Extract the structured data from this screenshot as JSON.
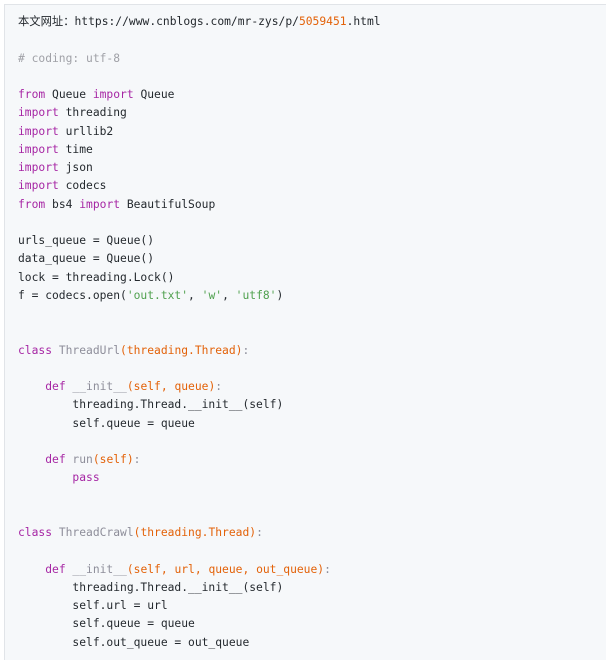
{
  "lines": [
    {
      "tokens": [
        {
          "t": "本文网址：",
          "c": "cjk"
        },
        {
          "t": "https://www.cnblogs.com/mr-zys/p/",
          "c": "pl"
        },
        {
          "t": "5059451",
          "c": "num"
        },
        {
          "t": ".html",
          "c": "pl"
        }
      ]
    },
    {
      "tokens": []
    },
    {
      "tokens": [
        {
          "t": "# coding: utf-8",
          "c": "com"
        }
      ]
    },
    {
      "tokens": []
    },
    {
      "tokens": [
        {
          "t": "from",
          "c": "kw"
        },
        {
          "t": " Queue ",
          "c": "pl"
        },
        {
          "t": "import",
          "c": "kw"
        },
        {
          "t": " Queue",
          "c": "pl"
        }
      ]
    },
    {
      "tokens": [
        {
          "t": "import",
          "c": "kw"
        },
        {
          "t": " threading",
          "c": "pl"
        }
      ]
    },
    {
      "tokens": [
        {
          "t": "import",
          "c": "kw"
        },
        {
          "t": " urllib2",
          "c": "pl"
        }
      ]
    },
    {
      "tokens": [
        {
          "t": "import",
          "c": "kw"
        },
        {
          "t": " time",
          "c": "pl"
        }
      ]
    },
    {
      "tokens": [
        {
          "t": "import",
          "c": "kw"
        },
        {
          "t": " json",
          "c": "pl"
        }
      ]
    },
    {
      "tokens": [
        {
          "t": "import",
          "c": "kw"
        },
        {
          "t": " codecs",
          "c": "pl"
        }
      ]
    },
    {
      "tokens": [
        {
          "t": "from",
          "c": "kw"
        },
        {
          "t": " bs4 ",
          "c": "pl"
        },
        {
          "t": "import",
          "c": "kw"
        },
        {
          "t": " BeautifulSoup",
          "c": "pl"
        }
      ]
    },
    {
      "tokens": []
    },
    {
      "tokens": [
        {
          "t": "urls_queue = Queue()",
          "c": "pl"
        }
      ]
    },
    {
      "tokens": [
        {
          "t": "data_queue = Queue()",
          "c": "pl"
        }
      ]
    },
    {
      "tokens": [
        {
          "t": "lock = threading.Lock()",
          "c": "pl"
        }
      ]
    },
    {
      "tokens": [
        {
          "t": "f = codecs.open(",
          "c": "pl"
        },
        {
          "t": "'out.txt'",
          "c": "str"
        },
        {
          "t": ", ",
          "c": "pl"
        },
        {
          "t": "'w'",
          "c": "str"
        },
        {
          "t": ", ",
          "c": "pl"
        },
        {
          "t": "'utf8'",
          "c": "str"
        },
        {
          "t": ")",
          "c": "pl"
        }
      ]
    },
    {
      "tokens": []
    },
    {
      "tokens": []
    },
    {
      "tokens": [
        {
          "t": "class",
          "c": "kw"
        },
        {
          "t": " ThreadUrl",
          "c": "cls"
        },
        {
          "t": "(threading.Thread)",
          "c": "arg"
        },
        {
          "t": ":",
          "c": "cls"
        }
      ]
    },
    {
      "tokens": []
    },
    {
      "tokens": [
        {
          "t": "    ",
          "c": "pl"
        },
        {
          "t": "def",
          "c": "kw"
        },
        {
          "t": " __init__",
          "c": "fn"
        },
        {
          "t": "(self, queue)",
          "c": "arg"
        },
        {
          "t": ":",
          "c": "fn"
        }
      ]
    },
    {
      "tokens": [
        {
          "t": "        threading.Thread.__init__(self)",
          "c": "pl"
        }
      ]
    },
    {
      "tokens": [
        {
          "t": "        self.queue = queue",
          "c": "pl"
        }
      ]
    },
    {
      "tokens": []
    },
    {
      "tokens": [
        {
          "t": "    ",
          "c": "pl"
        },
        {
          "t": "def",
          "c": "kw"
        },
        {
          "t": " run",
          "c": "fn"
        },
        {
          "t": "(self)",
          "c": "arg"
        },
        {
          "t": ":",
          "c": "fn"
        }
      ]
    },
    {
      "tokens": [
        {
          "t": "        ",
          "c": "pl"
        },
        {
          "t": "pass",
          "c": "kw"
        }
      ]
    },
    {
      "tokens": []
    },
    {
      "tokens": []
    },
    {
      "tokens": [
        {
          "t": "class",
          "c": "kw"
        },
        {
          "t": " ThreadCrawl",
          "c": "cls"
        },
        {
          "t": "(threading.Thread)",
          "c": "arg"
        },
        {
          "t": ":",
          "c": "cls"
        }
      ]
    },
    {
      "tokens": []
    },
    {
      "tokens": [
        {
          "t": "    ",
          "c": "pl"
        },
        {
          "t": "def",
          "c": "kw"
        },
        {
          "t": " __init__",
          "c": "fn"
        },
        {
          "t": "(self, url, queue, out_queue)",
          "c": "arg"
        },
        {
          "t": ":",
          "c": "fn"
        }
      ]
    },
    {
      "tokens": [
        {
          "t": "        threading.Thread.__init__(self)",
          "c": "pl"
        }
      ]
    },
    {
      "tokens": [
        {
          "t": "        self.url = url",
          "c": "pl"
        }
      ]
    },
    {
      "tokens": [
        {
          "t": "        self.queue = queue",
          "c": "pl"
        }
      ]
    },
    {
      "tokens": [
        {
          "t": "        self.out_queue = out_queue",
          "c": "pl"
        }
      ]
    }
  ]
}
